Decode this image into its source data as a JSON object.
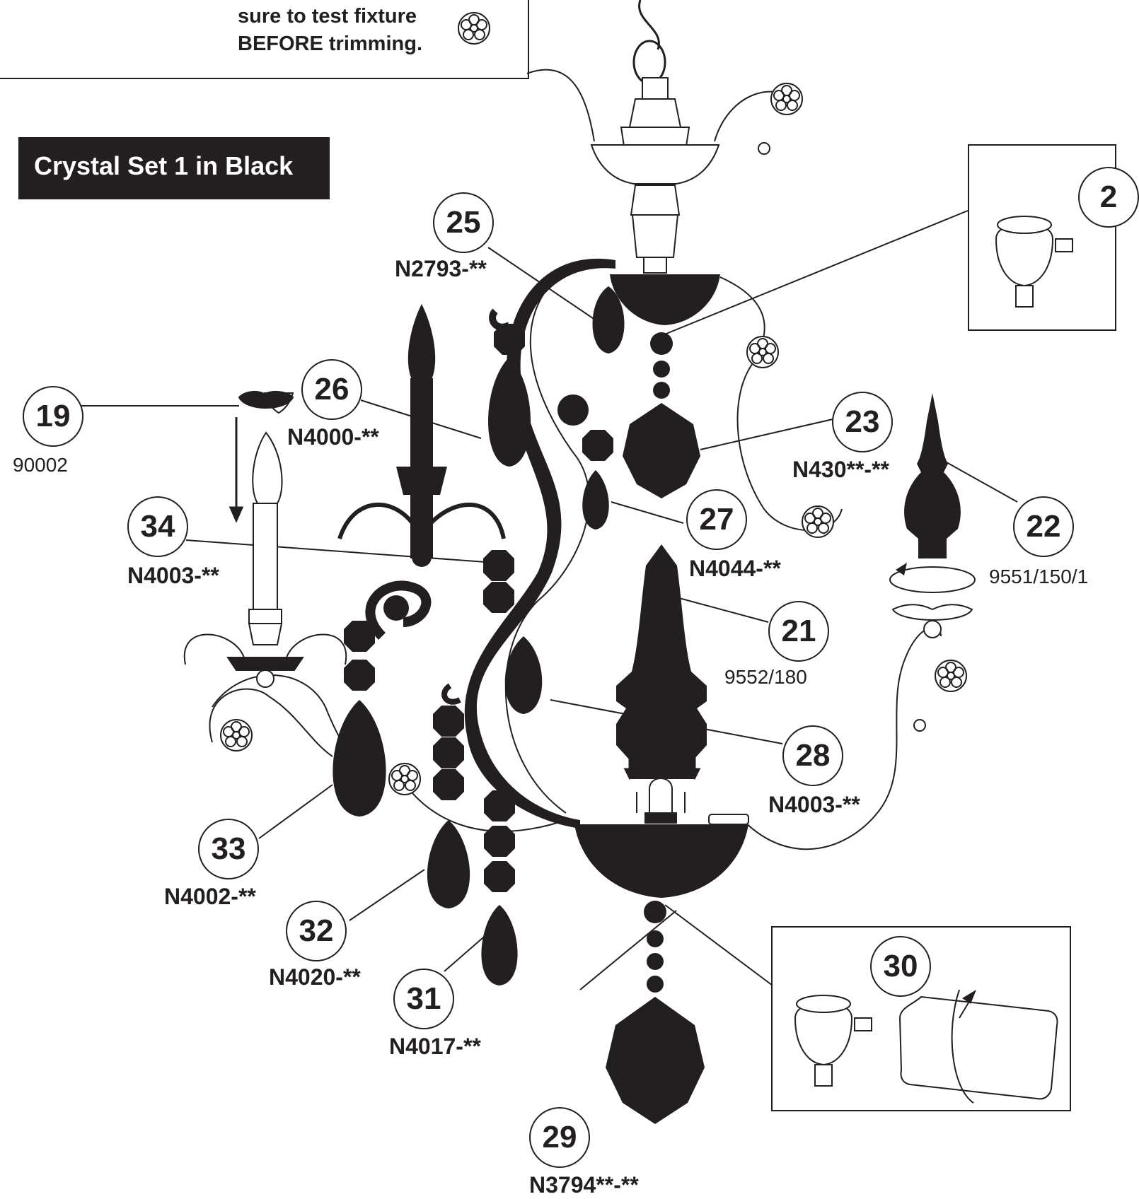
{
  "note": {
    "line1": "sure to test fixture",
    "line2": "BEFORE trimming."
  },
  "banner": {
    "title": "Crystal Set 1 in Black"
  },
  "parts": [
    {
      "id": "19",
      "number": "19",
      "code": "90002"
    },
    {
      "id": "20",
      "number": "2",
      "code": ""
    },
    {
      "id": "21",
      "number": "21",
      "code": "9552/180"
    },
    {
      "id": "22",
      "number": "22",
      "code": "9551/150/1"
    },
    {
      "id": "23",
      "number": "23",
      "code": "N430**-**"
    },
    {
      "id": "25",
      "number": "25",
      "code": "N2793-**"
    },
    {
      "id": "26",
      "number": "26",
      "code": "N4000-**"
    },
    {
      "id": "27",
      "number": "27",
      "code": "N4044-**"
    },
    {
      "id": "28",
      "number": "28",
      "code": "N4003-**"
    },
    {
      "id": "29",
      "number": "29",
      "code": "N3794**-**"
    },
    {
      "id": "30",
      "number": "30",
      "code": ""
    },
    {
      "id": "31",
      "number": "31",
      "code": "N4017-**"
    },
    {
      "id": "32",
      "number": "32",
      "code": "N4020-**"
    },
    {
      "id": "33",
      "number": "33",
      "code": "N4002-**"
    },
    {
      "id": "34",
      "number": "34",
      "code": "N4003-**"
    }
  ],
  "icons": [
    "rosette-icon",
    "candle-icon",
    "bulb-icon",
    "socket-icon",
    "crystal-icon",
    "down-arrow-icon",
    "rotate-arrow-icon"
  ]
}
